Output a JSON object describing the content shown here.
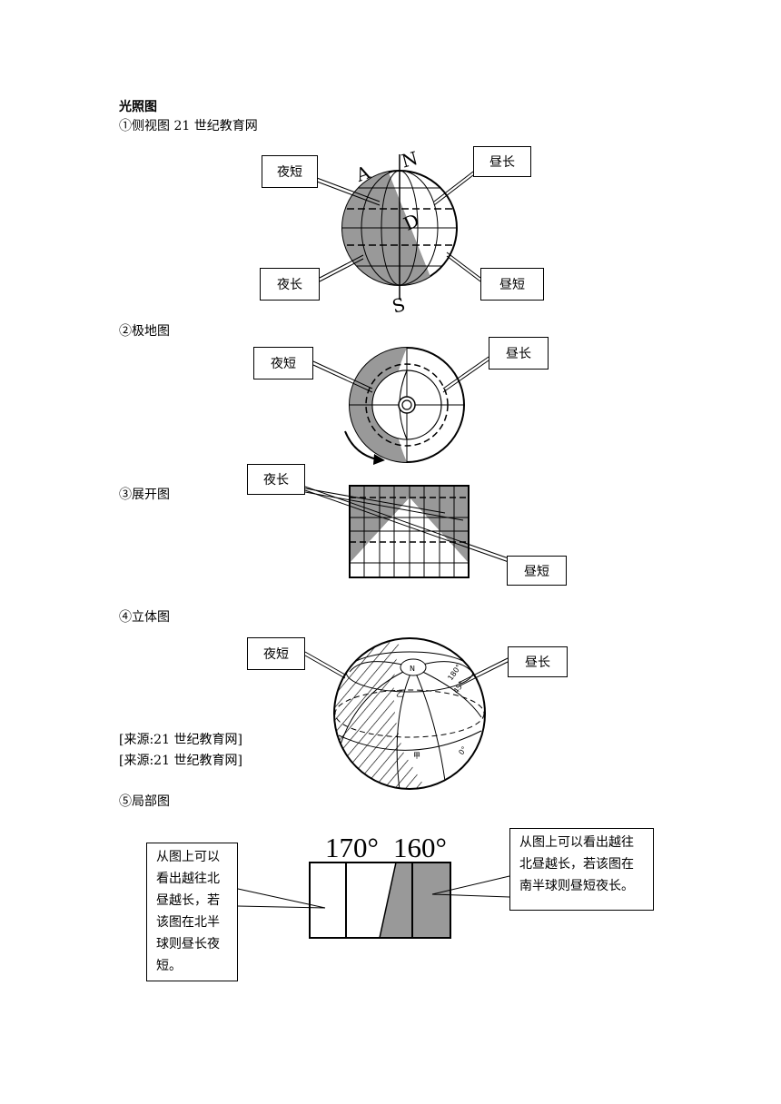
{
  "title": "光照图",
  "sections": {
    "s1": {
      "heading": "①侧视图 21 世纪教育网"
    },
    "s2": {
      "heading": "②极地图"
    },
    "s3": {
      "heading": "③展开图"
    },
    "s4": {
      "heading": "④立体图"
    },
    "s5": {
      "heading": "⑤局部图"
    }
  },
  "side_view": {
    "labels": {
      "night_short": "夜短",
      "day_long": "昼长",
      "night_long": "夜长",
      "day_short": "昼短"
    },
    "letters": {
      "a": "A",
      "n": "N",
      "d": "D",
      "s": "S"
    }
  },
  "polar_view": {
    "labels": {
      "night_short": "夜短",
      "day_long": "昼长"
    }
  },
  "unfolded_view": {
    "labels": {
      "night_long": "夜长",
      "day_short": "昼短"
    }
  },
  "stereo_view": {
    "labels": {
      "night_short": "夜短",
      "day_long": "昼长"
    },
    "marks": {
      "n": "N",
      "yi": "乙",
      "jia": "甲",
      "lon180": "180°",
      "lon45": "45°",
      "lon0": "0°"
    }
  },
  "sources": [
    "[来源:21 世纪教育网]",
    "[来源:21 世纪教育网]"
  ],
  "local_view": {
    "lon1": "170°",
    "lon2": "160°",
    "left_note": "从图上可以看出越往北昼越长，若该图在北半球则昼长夜短。",
    "right_note": "从图上可以看出越往北昼越长，若该图在南半球则昼短夜长。"
  },
  "colors": {
    "shade": "#999999",
    "line": "#000000"
  }
}
